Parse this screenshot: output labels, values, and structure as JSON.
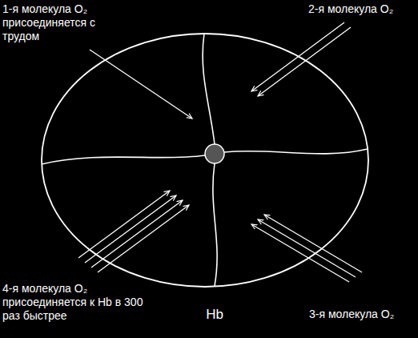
{
  "diagram": {
    "nodes": [
      {
        "text": [
          "Hb"
        ]
      }
    ],
    "labels": [
      "1-я молекула O₂ присоединяется с трудом",
      "2-я молекула O₂",
      "3-я молекула O₂",
      "4-я молекула O₂ присоединяется к Hb в 300 раз быстрее"
    ]
  }
}
